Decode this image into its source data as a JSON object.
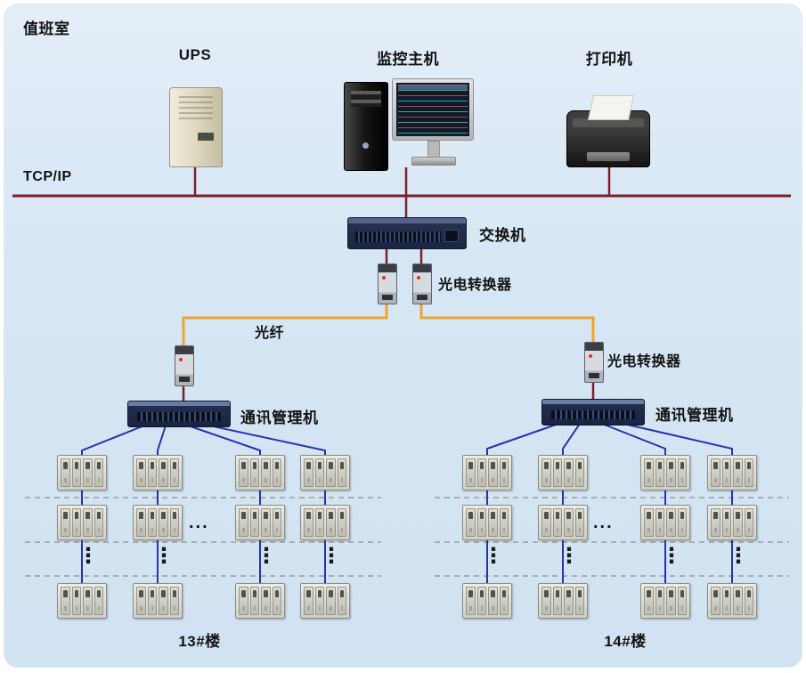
{
  "header": {
    "room_label": "值班室"
  },
  "network": {
    "bus_label": "TCP/IP"
  },
  "devices": {
    "ups": {
      "label": "UPS"
    },
    "host": {
      "label": "监控主机"
    },
    "printer": {
      "label": "打印机"
    },
    "switch": {
      "label": "交换机"
    },
    "converter_pair": {
      "label": "光电转换器"
    },
    "converter_right": {
      "label": "光电转换器"
    },
    "fiber": {
      "label": "光纤"
    },
    "manager_left": {
      "label": "通讯管理机"
    },
    "manager_right": {
      "label": "通讯管理机"
    }
  },
  "groups": [
    {
      "building_label": "13#楼",
      "meter_rows": 3,
      "meter_columns": 4,
      "row_ellipsis": "...",
      "column_ellipsis": "⋮"
    },
    {
      "building_label": "14#楼",
      "meter_rows": 3,
      "meter_columns": 4,
      "row_ellipsis": "...",
      "column_ellipsis": "⋮"
    }
  ],
  "colors": {
    "tcp_bus": "#7d1f2a",
    "fiber_line": "#f0a32a",
    "meter_line": "#2433ae",
    "dashed_line": "#9b9b9b"
  }
}
